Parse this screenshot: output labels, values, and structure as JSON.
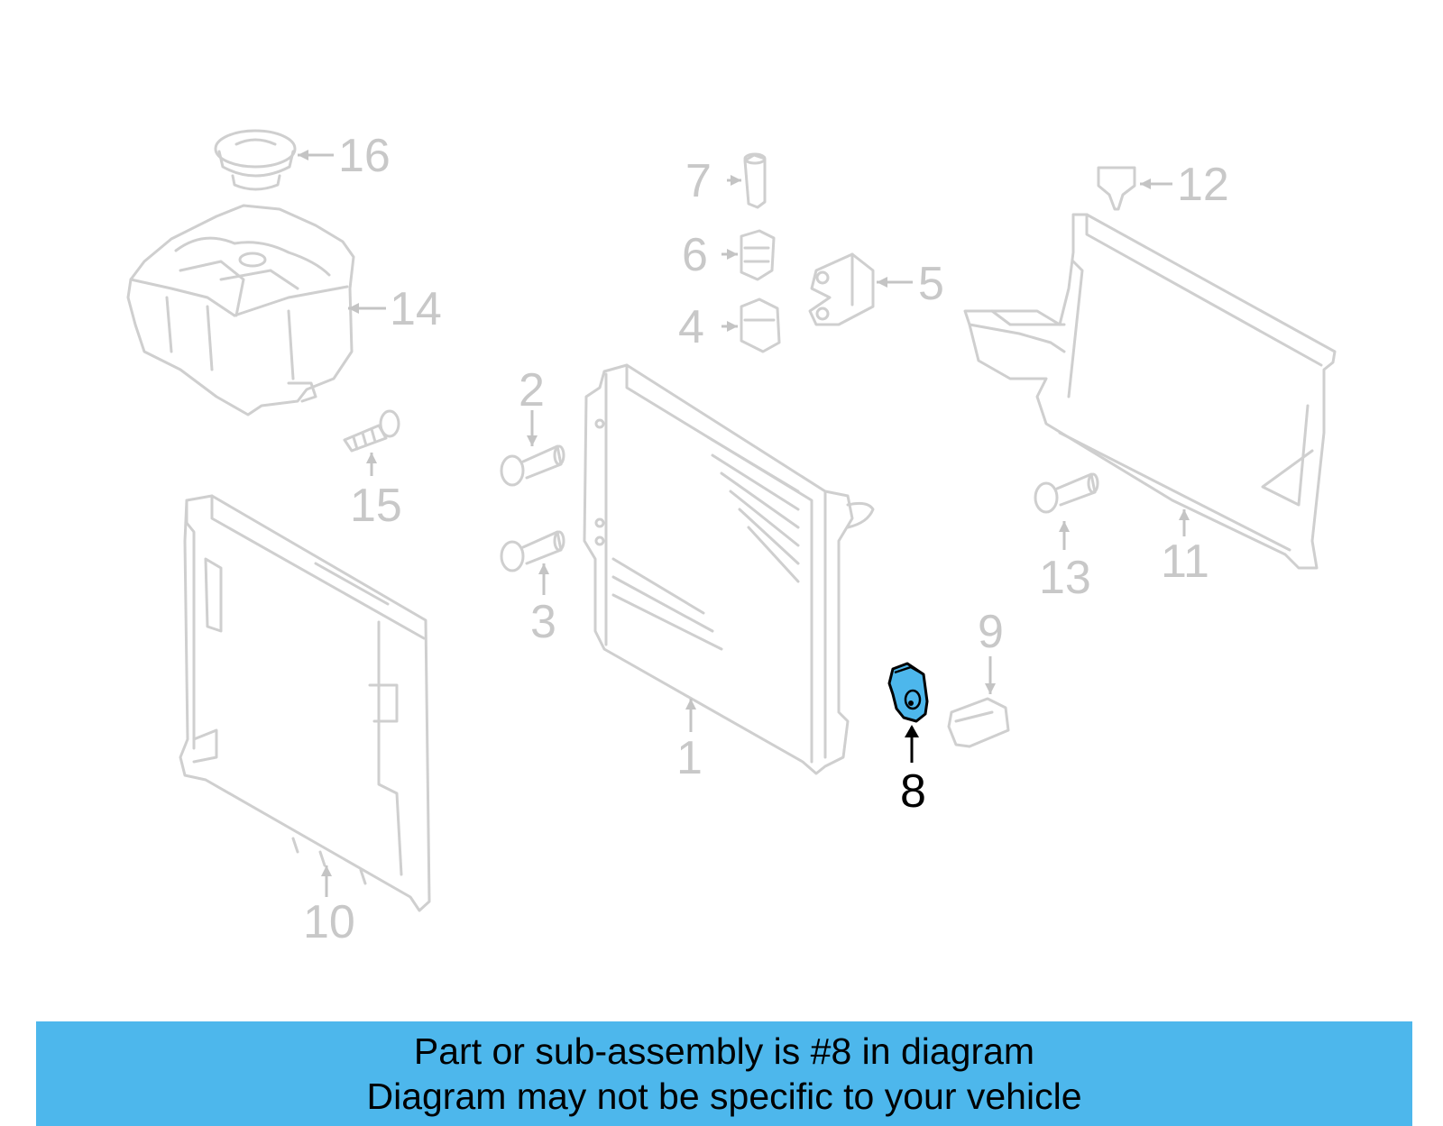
{
  "diagram": {
    "highlighted_part": "8",
    "highlight_color": "#4db7ec",
    "callouts": [
      {
        "id": "callout-1",
        "label": "1"
      },
      {
        "id": "callout-2",
        "label": "2"
      },
      {
        "id": "callout-3",
        "label": "3"
      },
      {
        "id": "callout-4",
        "label": "4"
      },
      {
        "id": "callout-5",
        "label": "5"
      },
      {
        "id": "callout-6",
        "label": "6"
      },
      {
        "id": "callout-7",
        "label": "7"
      },
      {
        "id": "callout-8",
        "label": "8"
      },
      {
        "id": "callout-9",
        "label": "9"
      },
      {
        "id": "callout-10",
        "label": "10"
      },
      {
        "id": "callout-11",
        "label": "11"
      },
      {
        "id": "callout-12",
        "label": "12"
      },
      {
        "id": "callout-13",
        "label": "13"
      },
      {
        "id": "callout-14",
        "label": "14"
      },
      {
        "id": "callout-15",
        "label": "15"
      },
      {
        "id": "callout-16",
        "label": "16"
      }
    ]
  },
  "caption": {
    "line1": "Part or sub-assembly is #8 in diagram",
    "line2": "Diagram may not be specific to your vehicle",
    "background": "#4db7ec"
  }
}
